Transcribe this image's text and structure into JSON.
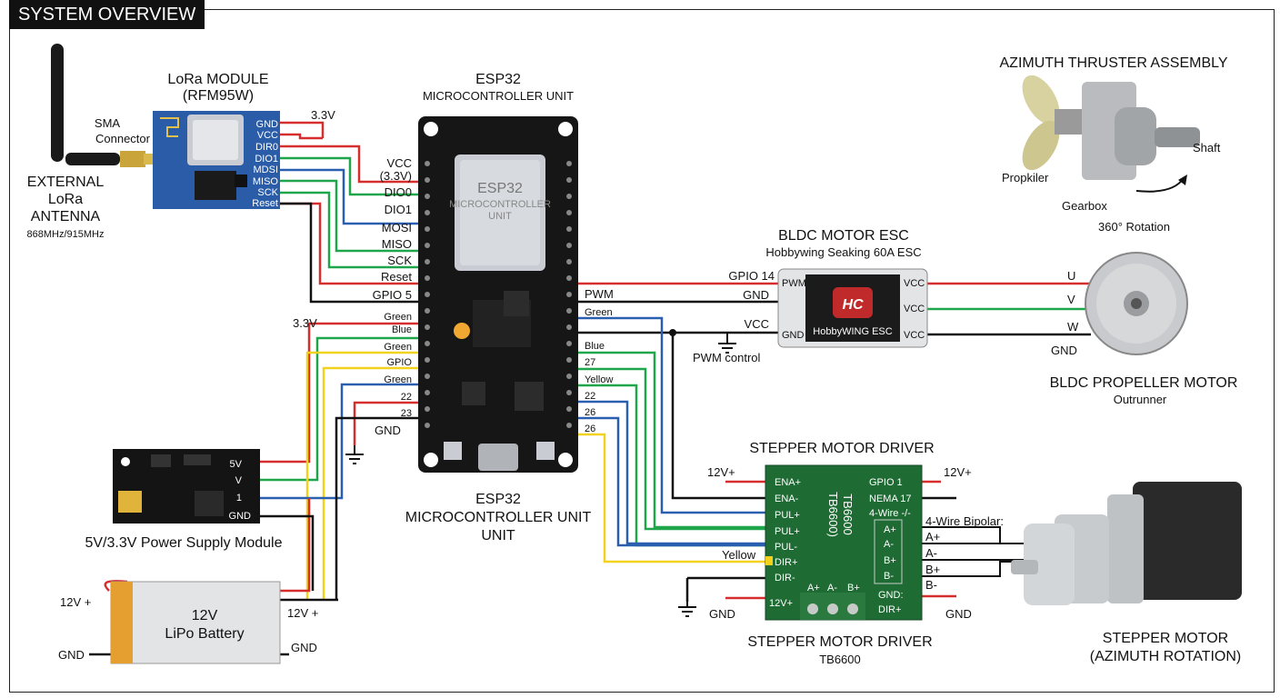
{
  "title": "SYSTEM OVERVIEW",
  "lora": {
    "title": "LoRa MODULE",
    "subtitle": "(RFM95W)",
    "connector": [
      "SMA",
      "Connector"
    ],
    "antenna": [
      "EXTERNAL",
      "LoRa",
      "ANTENNA"
    ],
    "freq": "868MHz/915MHz",
    "pins": [
      "GND",
      "VCC",
      "DIR0",
      "DIO1",
      "MDSI",
      "MISO",
      "SCK",
      "Reset"
    ],
    "supply": "3.3V"
  },
  "esp32": {
    "title": "ESP32",
    "subtitle": "MICROCONTROLLER UNIT",
    "chip_title": "ESP32",
    "chip_sub": "MICROCONTROLLER",
    "chip_unit": "UNIT",
    "bottom": [
      "ESP32",
      "MICROCONTROLLER UNIT",
      "UNIT"
    ],
    "left_labels": [
      "VCC",
      "(3.3V)",
      "DIO0",
      "DIO1",
      "MOSI",
      "MISO",
      "SCK",
      "Reset",
      "GPIO 5"
    ],
    "left_lower": [
      "Green",
      "Blue",
      "Green",
      "GPIO",
      "Green",
      "22",
      "23"
    ],
    "right_labels": [
      "PWM",
      "Green",
      "Blue",
      "27",
      "Yellow",
      "22",
      "26",
      "26"
    ],
    "gnd": "GND",
    "supply": "3.3V"
  },
  "esc": {
    "title": "BLDC MOTOR ESC",
    "subtitle": "Hobbywing Seaking 60A ESC",
    "logo": "HC",
    "brand": "HobbyWING ESC",
    "left_pins": [
      "PWM",
      "GND"
    ],
    "right_pins": [
      "VCC",
      "VCC",
      "VCC"
    ],
    "gpio": "GPIO 14",
    "gnd": "GND",
    "vcc": "VCC",
    "pwm_control": "PWM control"
  },
  "thruster": {
    "title": "AZIMUTH THRUSTER ASSEMBLY",
    "propeller": "Propkiler",
    "gearbox": "Gearbox",
    "shaft": "Shaft",
    "rotation": "360° Rotation"
  },
  "bldc": {
    "title": "BLDC PROPELLER MOTOR",
    "subtitle": "Outrunner",
    "phases": [
      "U",
      "V",
      "W"
    ],
    "gnd": "GND"
  },
  "power": {
    "title": "5V/3.3V Power Supply Module",
    "pins": [
      "5V",
      "V",
      "1",
      "GND"
    ]
  },
  "battery": {
    "title": "12V",
    "subtitle": "LiPo Battery",
    "plus": "12V +",
    "gnd": "GND",
    "out_plus": "12V +",
    "out_gnd": "GND"
  },
  "stepper_driver": {
    "title": "STEPPER MOTOR DRIVER",
    "bottom_title": "STEPPER MOTOR DRIVER",
    "model": "TB6600",
    "chip": [
      "TB6600",
      "TB6600)"
    ],
    "left_pins": [
      "ENA+",
      "ENA-",
      "PUL+",
      "PUL+",
      "PUL-",
      "DIR+",
      "DIR-"
    ],
    "right_top": [
      "GPIO 1",
      "NEMA 17",
      "4-Wire -/-"
    ],
    "coil_pins": [
      "A+",
      "A-",
      "B+",
      "B-"
    ],
    "bottom_pins": [
      "A+",
      "A-",
      "B+"
    ],
    "power_left": "12V+",
    "power_right": [
      "GND:",
      "DIR+"
    ],
    "supply_in": "12V+",
    "supply_out": "12V+",
    "gnd_left": "GND",
    "gnd_right": "GND",
    "yellow": "Yellow"
  },
  "stepper_motor": {
    "title": "STEPPER MOTOR",
    "subtitle": "(AZIMUTH ROTATION)",
    "wiring_title": "4-Wire Bipolar:",
    "wires": [
      "A+",
      "A-",
      "B+",
      "B-"
    ]
  },
  "colors": {
    "red": "#d62d2d",
    "green": "#1fa64a",
    "blue": "#2a5fb0",
    "yellow": "#f2d21c",
    "black": "#111111",
    "pcb_blue": "#2a5ca8",
    "pcb_green": "#1f6b34"
  }
}
